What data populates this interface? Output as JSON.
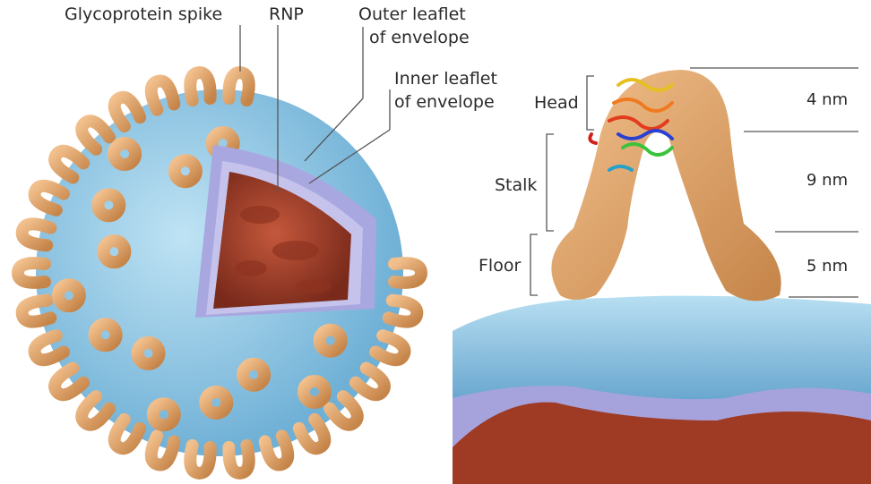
{
  "virion_labels": {
    "glycoprotein_spike": "Glycoprotein spike",
    "rnp": "RNP",
    "outer_leaflet_line1": "Outer leaflet",
    "outer_leaflet_line2": "of envelope",
    "inner_leaflet_line1": "Inner leaflet",
    "inner_leaflet_line2": "of envelope"
  },
  "spike_regions": {
    "head": "Head",
    "stalk": "Stalk",
    "floor": "Floor"
  },
  "measurements": {
    "head": "4 nm",
    "stalk": "9 nm",
    "floor": "5 nm"
  },
  "colors": {
    "glycoprotein": "#e0a46a",
    "outer_leaflet": "#8fc7e6",
    "inner_leaflet": "#a9a7df",
    "rnp": "#a8402a",
    "leader_line": "#555555"
  }
}
